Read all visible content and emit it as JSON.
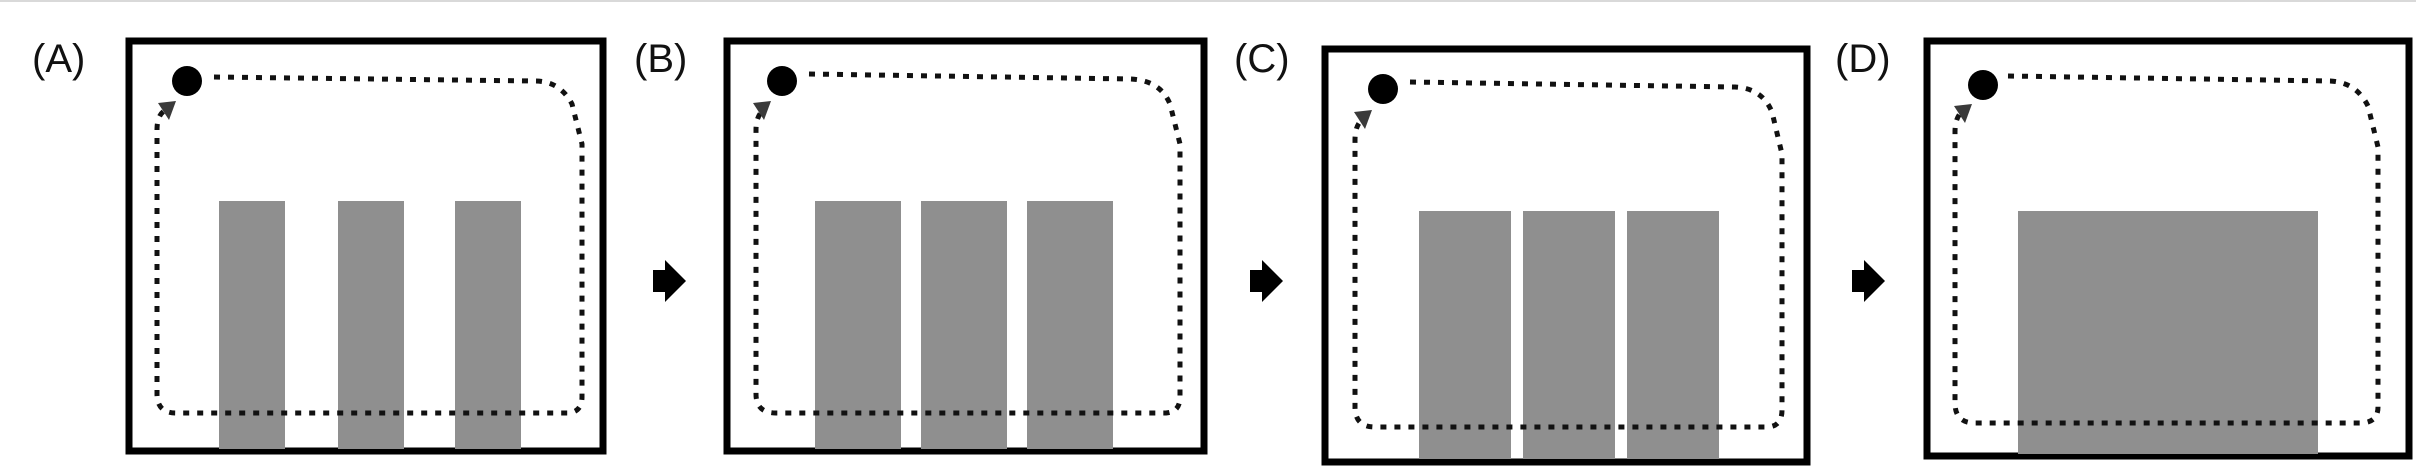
{
  "panels": [
    {
      "label": "(A)",
      "bars": 3,
      "bar_layout": "separated"
    },
    {
      "label": "(B)",
      "bars": 3,
      "bar_layout": "adjacent"
    },
    {
      "label": "(C)",
      "bars": 3,
      "bar_layout": "adjacent-narrow-gaps"
    },
    {
      "label": "(D)",
      "bars": 1,
      "bar_layout": "merged"
    }
  ],
  "colors": {
    "frame": "#000000",
    "bar": "#8f8f8f",
    "path": "#111111",
    "robot": "#000000",
    "arrow": "#000000"
  },
  "icons": {
    "robot": "robot-icon",
    "transition": "arrow-right-icon"
  }
}
